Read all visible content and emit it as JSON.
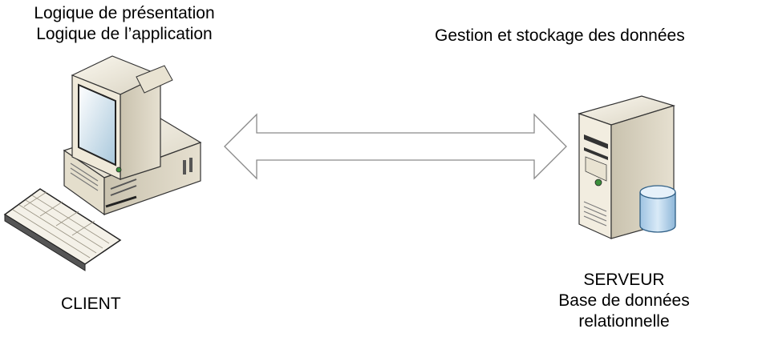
{
  "client": {
    "top_lines": [
      "Logique de présentation",
      "Logique de l’application"
    ],
    "name": "CLIENT",
    "icon": "desktop-computer-icon"
  },
  "server": {
    "top_line": "Gestion et stockage des données",
    "name_lines": [
      "SERVEUR",
      "Base de données",
      "relationnelle"
    ],
    "icon": "database-server-icon"
  },
  "connector": {
    "icon": "double-arrow-icon"
  }
}
